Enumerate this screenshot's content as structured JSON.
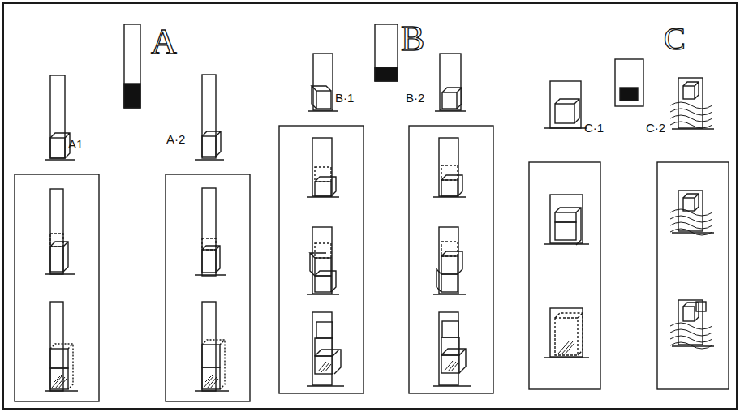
{
  "diagram": {
    "labels": [
      "A",
      "A1",
      "A·2",
      "B",
      "B·1",
      "B·2",
      "C",
      "C·1",
      "C·2"
    ]
  }
}
